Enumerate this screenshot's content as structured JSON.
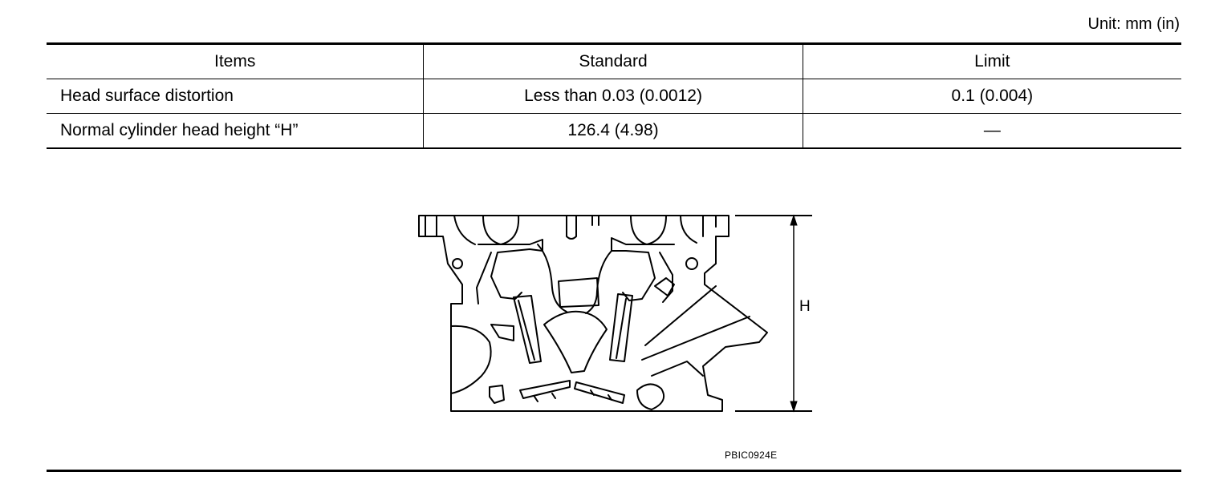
{
  "unit_label": "Unit: mm (in)",
  "table": {
    "headers": [
      "Items",
      "Standard",
      "Limit"
    ],
    "rows": [
      [
        "Head surface distortion",
        "Less than 0.03 (0.0012)",
        "0.1 (0.004)"
      ],
      [
        "Normal cylinder head height “H”",
        "126.4 (4.98)",
        "—"
      ]
    ]
  },
  "figure": {
    "dimension_label": "H",
    "code": "PBIC0924E"
  }
}
